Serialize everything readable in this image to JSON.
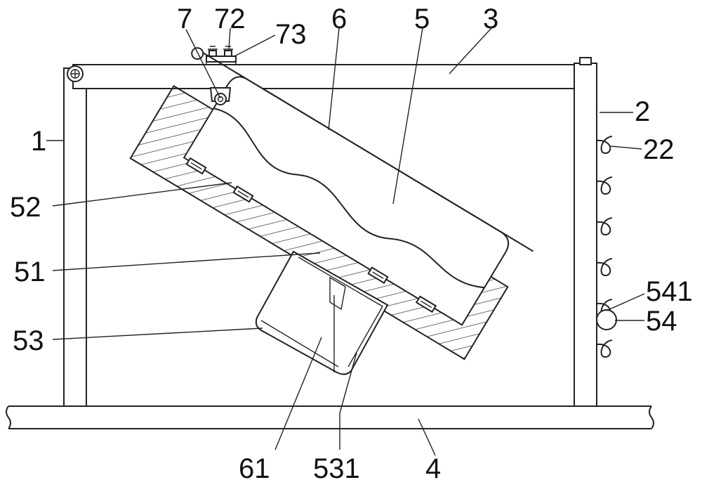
{
  "labels": {
    "l1": "1",
    "l2": "2",
    "l3": "3",
    "l4": "4",
    "l5": "5",
    "l6": "6",
    "l7": "7",
    "l22": "22",
    "l51": "51",
    "l52": "52",
    "l53": "53",
    "l54": "54",
    "l61": "61",
    "l72": "72",
    "l73": "73",
    "l531": "531",
    "l541": "541"
  }
}
